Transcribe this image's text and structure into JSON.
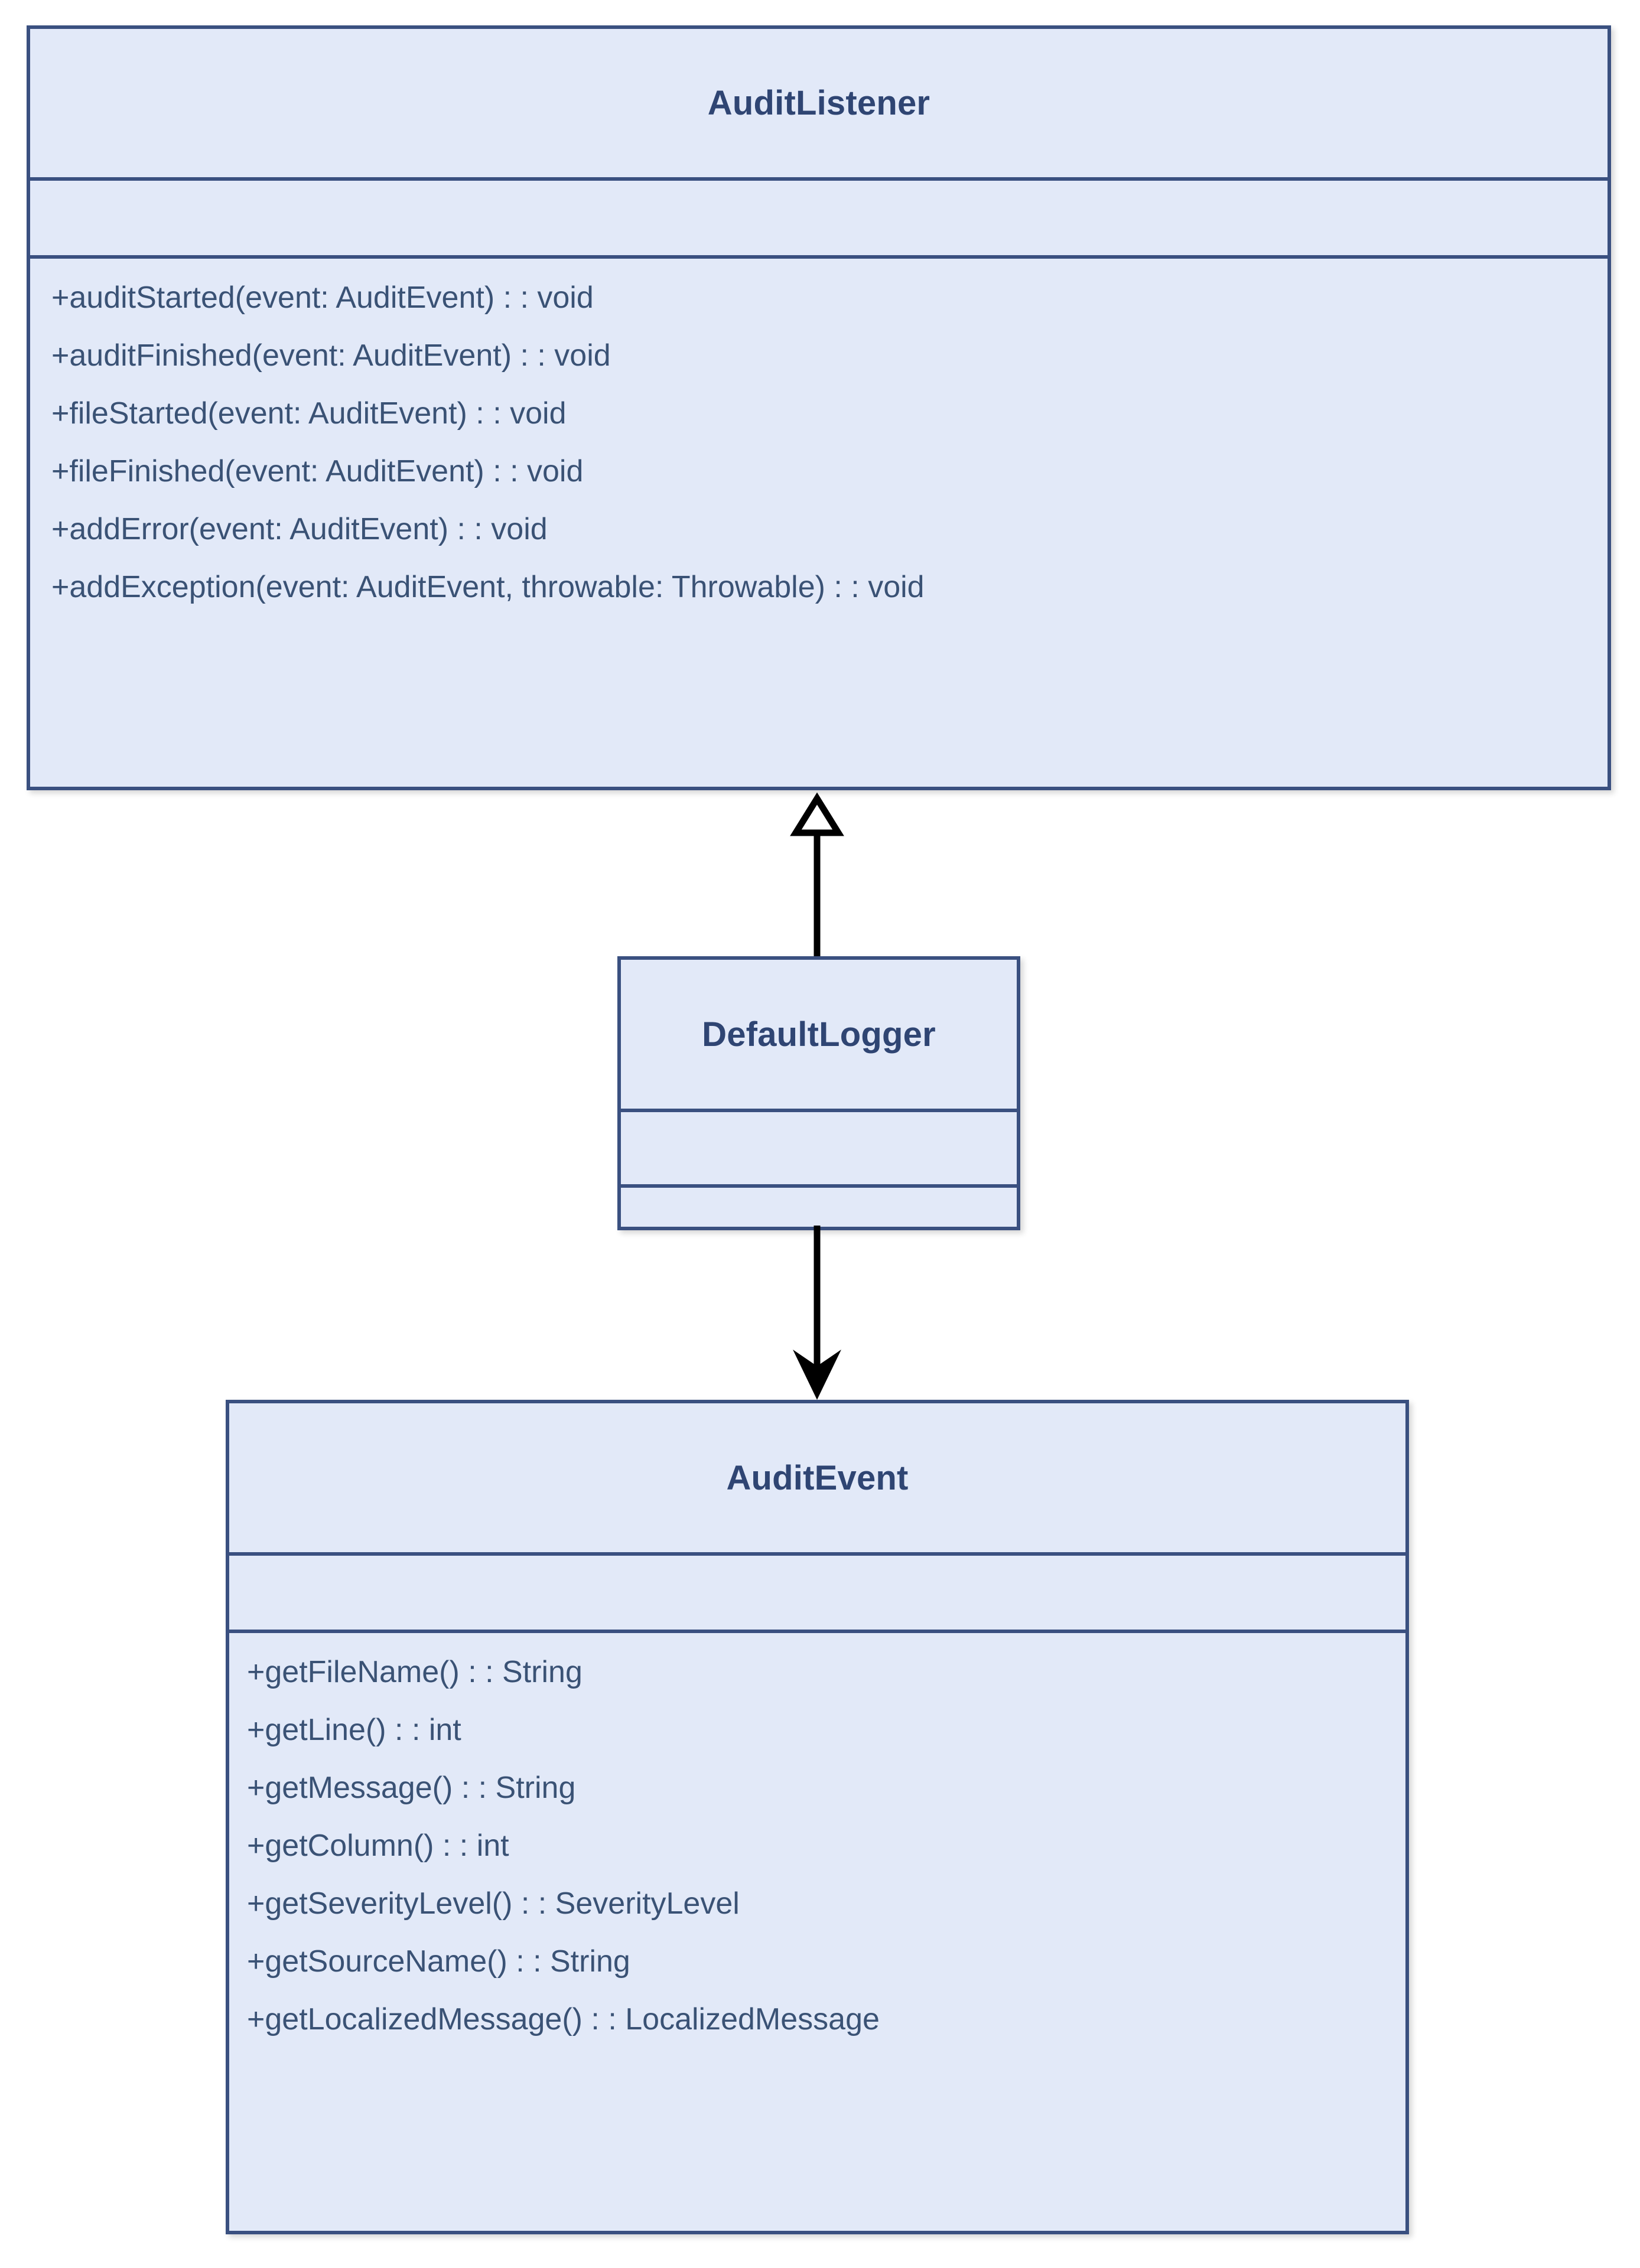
{
  "diagram": {
    "type": "uml-class-diagram",
    "classes": [
      {
        "id": "auditlistener",
        "name": "AuditListener",
        "attributes": [],
        "methods": [
          "+auditStarted(event: AuditEvent) : : void",
          "+auditFinished(event: AuditEvent) : : void",
          "+fileStarted(event: AuditEvent) : : void",
          "+fileFinished(event: AuditEvent) : : void",
          "+addError(event: AuditEvent) : : void",
          "+addException(event: AuditEvent, throwable: Throwable) : : void"
        ]
      },
      {
        "id": "defaultlogger",
        "name": "DefaultLogger",
        "attributes": [],
        "methods": []
      },
      {
        "id": "auditevent",
        "name": "AuditEvent",
        "attributes": [],
        "methods": [
          "+getFileName() : : String",
          "+getLine() : : int",
          "+getMessage() : : String",
          "+getColumn() : : int",
          "+getSeverityLevel() : : SeverityLevel",
          "+getSourceName() : : String",
          "+getLocalizedMessage() : : LocalizedMessage"
        ]
      }
    ],
    "relationships": [
      {
        "id": "inheritance",
        "kind": "generalization",
        "arrow": "hollow-triangle",
        "from": "DefaultLogger",
        "to": "AuditListener",
        "direction": "up"
      },
      {
        "id": "dependency",
        "kind": "association",
        "arrow": "solid-arrowhead",
        "from": "DefaultLogger",
        "to": "AuditEvent",
        "direction": "down"
      }
    ],
    "colors": {
      "box_fill": "#E2E9F8",
      "box_border": "#3A5080",
      "title_text": "#2F4573",
      "member_text": "#3A5275",
      "connector": "#000000",
      "background": "#FFFFFF"
    }
  }
}
